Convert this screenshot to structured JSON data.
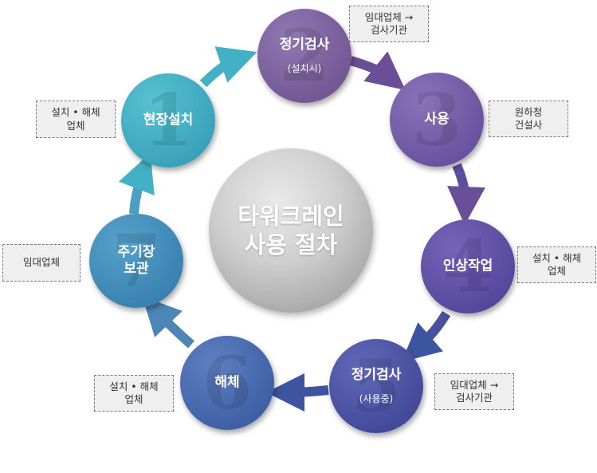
{
  "diagram": {
    "center_title": "타워크레인\n사용 절차",
    "steps": [
      {
        "number": "1",
        "label": "현장설치",
        "sub": "",
        "color": "#3aa6bf"
      },
      {
        "number": "2",
        "label": "정기검사",
        "sub": "(설치시)",
        "color": "#7b5d9c"
      },
      {
        "number": "3",
        "label": "사용",
        "sub": "",
        "color": "#6f55a6"
      },
      {
        "number": "4",
        "label": "인상작업",
        "sub": "",
        "color": "#5b4ea6"
      },
      {
        "number": "5",
        "label": "정기검사",
        "sub": "(사용중)",
        "color": "#4a52a4"
      },
      {
        "number": "6",
        "label": "해체",
        "sub": "",
        "color": "#4767a8"
      },
      {
        "number": "7",
        "label": "주기장\n보관",
        "sub": "",
        "color": "#3d8cb7"
      }
    ],
    "notes": {
      "step1": "설치 • 해체\n업체",
      "step2": "임대업체 →\n검사기관",
      "step3": "원하청\n건설사",
      "step4": "설치 • 해체\n업체",
      "step5": "임대업체 →\n검사기관",
      "step6": "설치 • 해체\n업체",
      "step7": "임대업체"
    }
  }
}
